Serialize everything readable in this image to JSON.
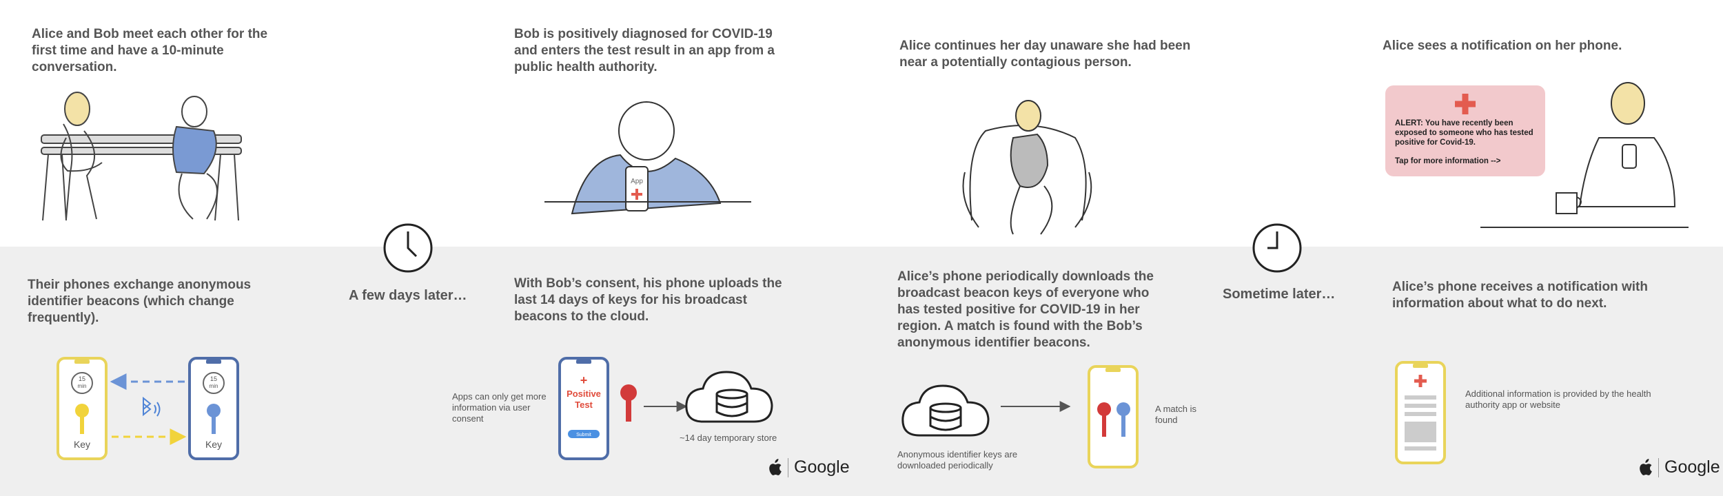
{
  "panels": {
    "p1_top": "Alice and Bob meet each other for the first time and have a 10-minute conversation.",
    "p1_bottom": "Their phones exchange anonymous identifier beacons (which change frequently).",
    "p2_top": "Bob is positively diagnosed for COVID-19 and enters the test result in an app from a public health authority.",
    "p2_bottom": "With Bob’s consent, his phone uploads the last 14 days of keys for his broadcast beacons to the cloud.",
    "p3_top": "Alice continues her day unaware she had been near a potentially contagious person.",
    "p3_bottom": "Alice’s phone periodically downloads the broadcast beacon keys of everyone who has tested positive for COVID-19 in her region. A match is found with the Bob’s anonymous identifier beacons.",
    "p4_top": "Alice sees a notification on her phone.",
    "p4_bottom": "Alice’s phone receives a notification with information about what to do next."
  },
  "transitions": {
    "t1": "A few days later…",
    "t2": "Sometime later…"
  },
  "labels": {
    "key_left": "Key",
    "key_right": "Key",
    "timer_left_num": "15",
    "timer_left_unit": "min",
    "timer_right_num": "15",
    "timer_right_unit": "min",
    "app_label": "App",
    "positive_plus": "+",
    "positive_line1": "Positive",
    "positive_line2": "Test",
    "submit": "Submit",
    "consent_note": "Apps can only get more information via user consent",
    "temp_store": "~14 day temporary store",
    "download_note": "Anonymous identifier keys are downloaded periodically",
    "match_note": "A match is found",
    "alert_text": "ALERT:  You have recently been exposed to someone who has tested positive for Covid-19.",
    "alert_tap": "Tap for more information -->",
    "info_note": "Additional information is provided by the health authority app or website",
    "logo_text_1": "Google",
    "logo_text_2": "Google"
  },
  "colors": {
    "band": "#efefef",
    "phone_yellow": "#e9d45a",
    "phone_blue": "#4f6da8",
    "key_yellow": "#f1d33b",
    "key_blue": "#6b93d6",
    "key_red": "#d23a3a",
    "alert_pink": "#f2c9cc",
    "red_cross": "#e35b4f"
  },
  "icons": [
    "clock-icon",
    "bluetooth-icon",
    "cloud-database-icon",
    "apple-logo-icon",
    "red-cross-icon",
    "key-icon"
  ]
}
